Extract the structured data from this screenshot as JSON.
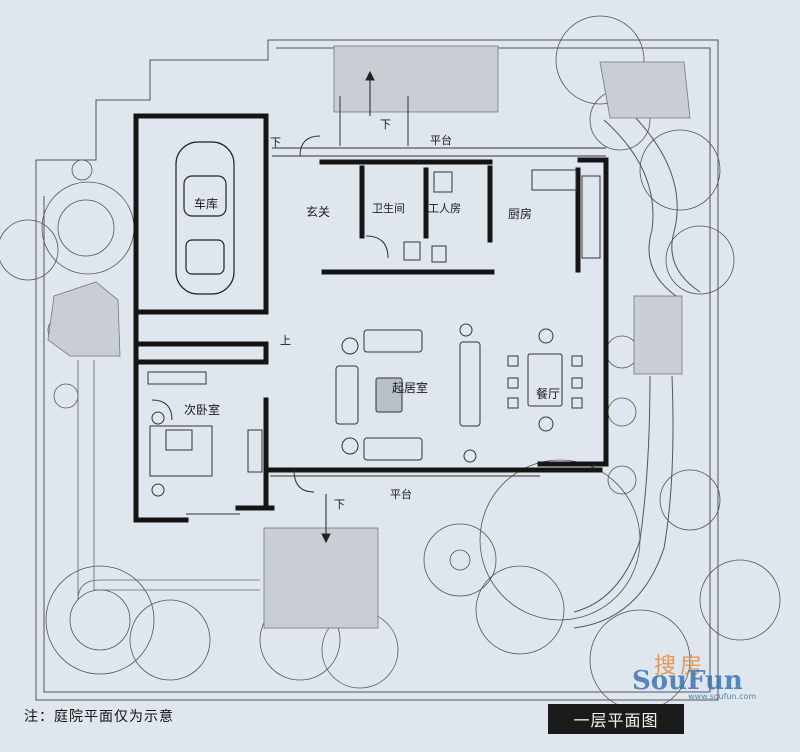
{
  "plan": {
    "title": "一层平面图",
    "footnote": "注：庭院平面仅为示意",
    "rooms": {
      "garage": "车库",
      "foyer": "玄关",
      "bathroom": "卫生间",
      "servant_room": "工人房",
      "kitchen": "厨房",
      "living_room": "起居室",
      "dining_room": "餐厅",
      "second_bedroom": "次卧室",
      "terrace_top": "平台",
      "terrace_bottom": "平台"
    },
    "stair_marks": {
      "down_top": "下",
      "down_entry": "下",
      "down_bottom": "下",
      "up_hall": "上"
    }
  },
  "watermark": {
    "brand_cn": "搜房",
    "brand_en": "SouFun",
    "url": "www.soufun.com"
  },
  "colors": {
    "wall": "#151515",
    "line": "#3a3a3a",
    "paper": "#dfe6ee",
    "paving": "#9a9a9a"
  }
}
